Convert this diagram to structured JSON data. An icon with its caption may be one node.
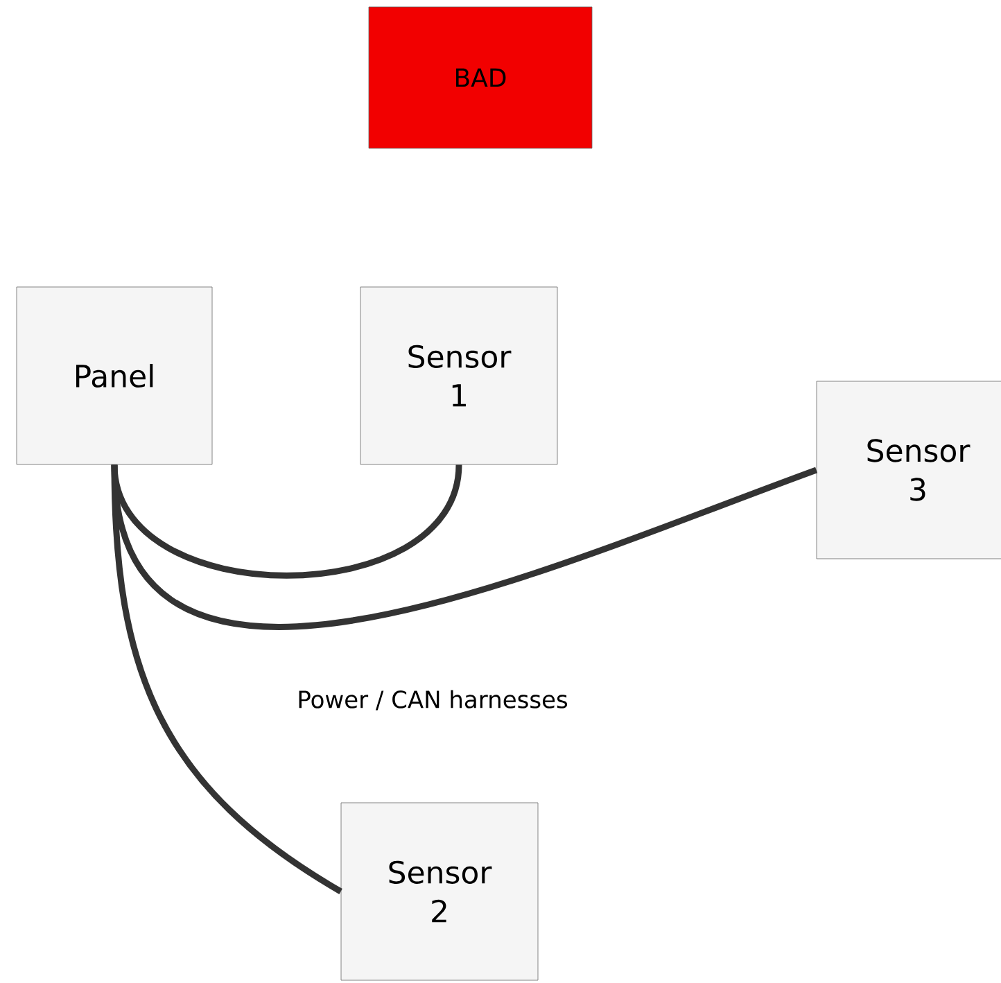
{
  "diagram": {
    "nodes": [
      {
        "text": [
          "BAD"
        ]
      },
      {
        "text": [
          "Panel"
        ]
      },
      {
        "text": [
          "Sensor 1"
        ]
      },
      {
        "text": [
          "Sensor 3"
        ]
      },
      {
        "text": [
          "Sensor 2"
        ]
      }
    ],
    "edges": [
      {
        "from": 1,
        "to": 2,
        "arrow": "none"
      },
      {
        "from": 1,
        "to": 3,
        "arrow": "none"
      },
      {
        "from": 1,
        "to": 4,
        "arrow": "none"
      }
    ],
    "labels": [
      "Power / CAN harnesses"
    ]
  }
}
